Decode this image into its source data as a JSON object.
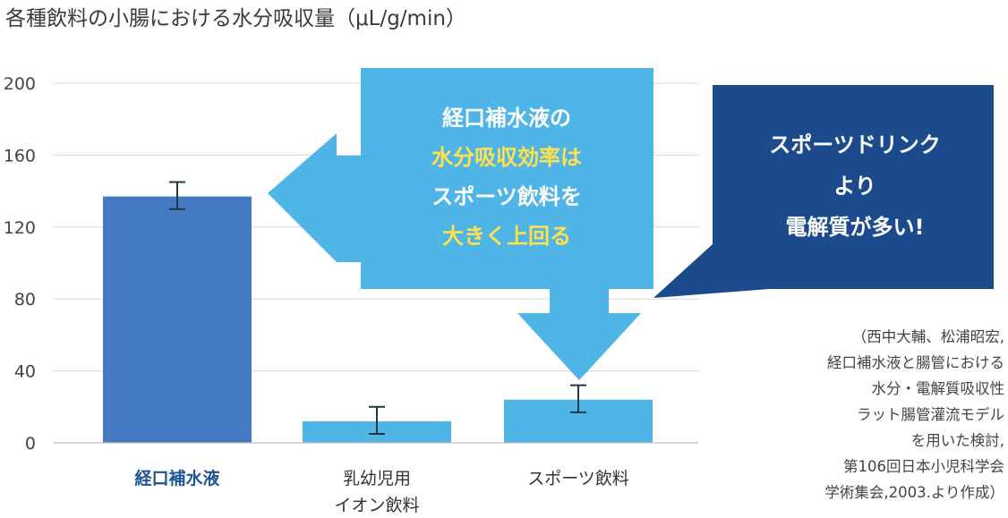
{
  "chart_data": {
    "type": "bar",
    "title": "各種飲料の小腸における水分吸収量（μL/g/min）",
    "categories": [
      "経口補水液",
      "乳幼児用\nイオン飲料",
      "スポーツ飲料"
    ],
    "values": [
      137,
      12,
      24
    ],
    "error_low": [
      130,
      5,
      17
    ],
    "error_high": [
      145,
      20,
      32
    ],
    "yticks": [
      0,
      40,
      80,
      120,
      160,
      200
    ],
    "ylim": [
      0,
      200
    ],
    "grid": true,
    "colors": {
      "ors": "#4479c4",
      "other": "#4fb4e6",
      "callout_light": "#4fb4e6",
      "callout_dark": "#1b4b8c",
      "highlight_text": "#ffe14d"
    }
  },
  "callouts": {
    "main": [
      "経口補水液の",
      "水分吸収効率は",
      "スポーツ飲料を",
      "大きく上回る"
    ],
    "main_highlight_lines": [
      1,
      3
    ],
    "secondary": [
      "スポーツドリンク",
      "より",
      "電解質が多い!"
    ]
  },
  "source": [
    "（西中大輔、松浦昭宏,",
    "経口補水液と腸管における",
    "水分・電解質吸収性",
    "ラット腸管灌流モデル",
    "を用いた検討,",
    "第106回日本小児科学会",
    "学術集会,2003.より作成）"
  ]
}
